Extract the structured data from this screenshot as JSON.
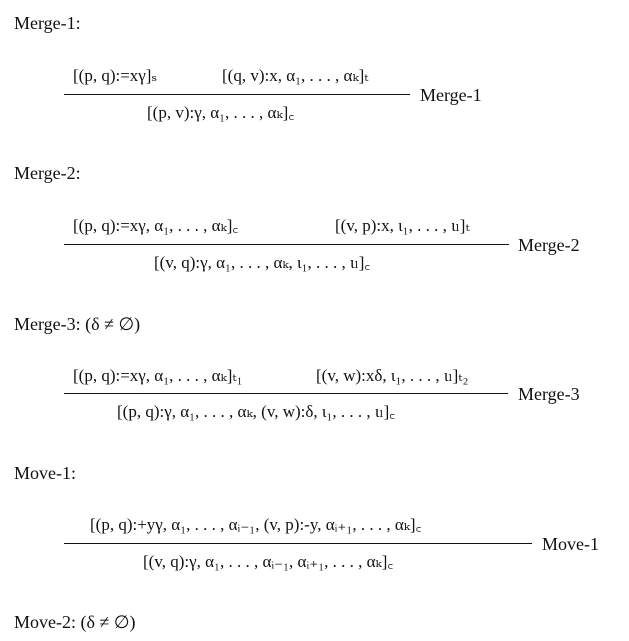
{
  "headings": {
    "merge1": "Merge-1:",
    "merge2": "Merge-2:",
    "merge3": "Merge-3: (δ ≠ ∅)",
    "move1": "Move-1:",
    "move2": "Move-2: (δ ≠ ∅)"
  },
  "rules": {
    "merge1": {
      "premise_left": "[(p, q):=xγ]ₛ",
      "premise_right": "[(q, v):x, α₁, . . . , αₖ]ₜ",
      "conclusion": "[(p, v):γ, α₁, . . . , αₖ]꜀",
      "name": "Merge-1"
    },
    "merge2": {
      "premise_left": "[(p, q):=xγ, α₁, . . . , αₖ]꜀",
      "premise_right": "[(v, p):x, ι₁, . . . , ιₗ]ₜ",
      "conclusion": "[(v, q):γ, α₁, . . . , αₖ, ι₁, . . . , ιₗ]꜀",
      "name": "Merge-2"
    },
    "merge3": {
      "premise_left": "[(p, q):=xγ, α₁, . . . , αₖ]ₜ₁",
      "premise_right": "[(v, w):xδ, ι₁, . . . , ιₗ]ₜ₂",
      "conclusion": "[(p, q):γ, α₁, . . . , αₖ, (v, w):δ, ι₁, . . . , ιₗ]꜀",
      "name": "Merge-3"
    },
    "move1": {
      "premise": "[(p, q):+yγ, α₁, . . . , αᵢ₋₁, (v, p):-y, αᵢ₊₁, . . . , αₖ]꜀",
      "conclusion": "[(v, q):γ, α₁, . . . , αᵢ₋₁, αᵢ₊₁, . . . , αₖ]꜀",
      "name": "Move-1"
    }
  }
}
